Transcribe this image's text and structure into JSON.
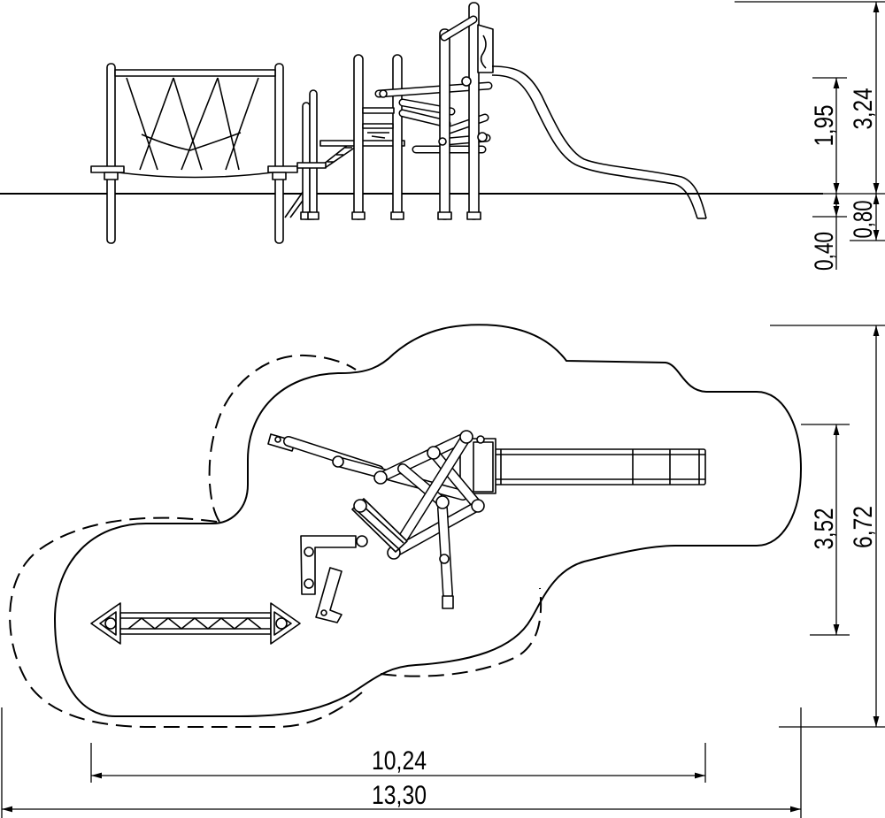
{
  "elevation_view": {
    "dimensions": {
      "height_inner": "1,95",
      "height_outer": "3,24",
      "depth_outer": "0,80",
      "depth_inner": "0,40"
    }
  },
  "plan_view": {
    "dimensions": {
      "width_inner": "3,52",
      "width_outer": "6,72",
      "length_inner": "10,24",
      "length_outer": "13,30"
    }
  },
  "colors": {
    "line": "#000000",
    "background": "#ffffff"
  }
}
